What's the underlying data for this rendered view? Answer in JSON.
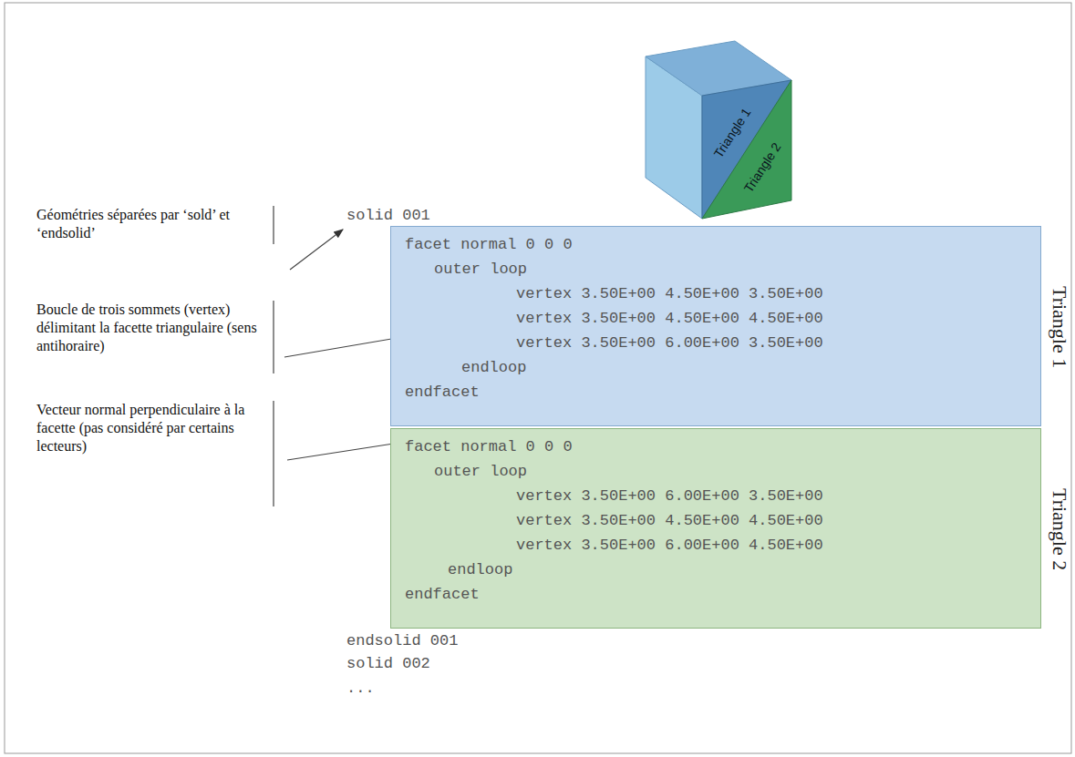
{
  "diagram": {
    "nodes": [
      {
        "text": [
          "facet normal 0 0 0",
          "outer loop",
          "vertex 3.50E+00 4.50E+00 3.50E+00",
          "vertex 3.50E+00 4.50E+00 4.50E+00",
          "vertex 3.50E+00 6.00E+00 3.50E+00",
          "endloop",
          "endfacet",
          "Triangle 1"
        ]
      },
      {
        "text": [
          "facet normal 0 0 0",
          "outer loop",
          "vertex 3.50E+00 6.00E+00 3.50E+00",
          "vertex 3.50E+00 4.50E+00 4.50E+00",
          "vertex 3.50E+00 6.00E+00 4.50E+00",
          "endloop",
          "endfacet",
          "Triangle 2"
        ]
      }
    ],
    "labels": [
      "Triangle 1",
      "Triangle 2",
      "solid 001",
      "Géométries séparées par ‘sold’ et ‘endsolid’",
      "Boucle de trois sommets (vertex) délimitant la facette triangulaire (sens antihoraire)",
      "Vecteur normal perpendiculaire à la facette (pas considéré par certains lecteurs)",
      "endsolid 001",
      "solid 002",
      "..."
    ]
  }
}
